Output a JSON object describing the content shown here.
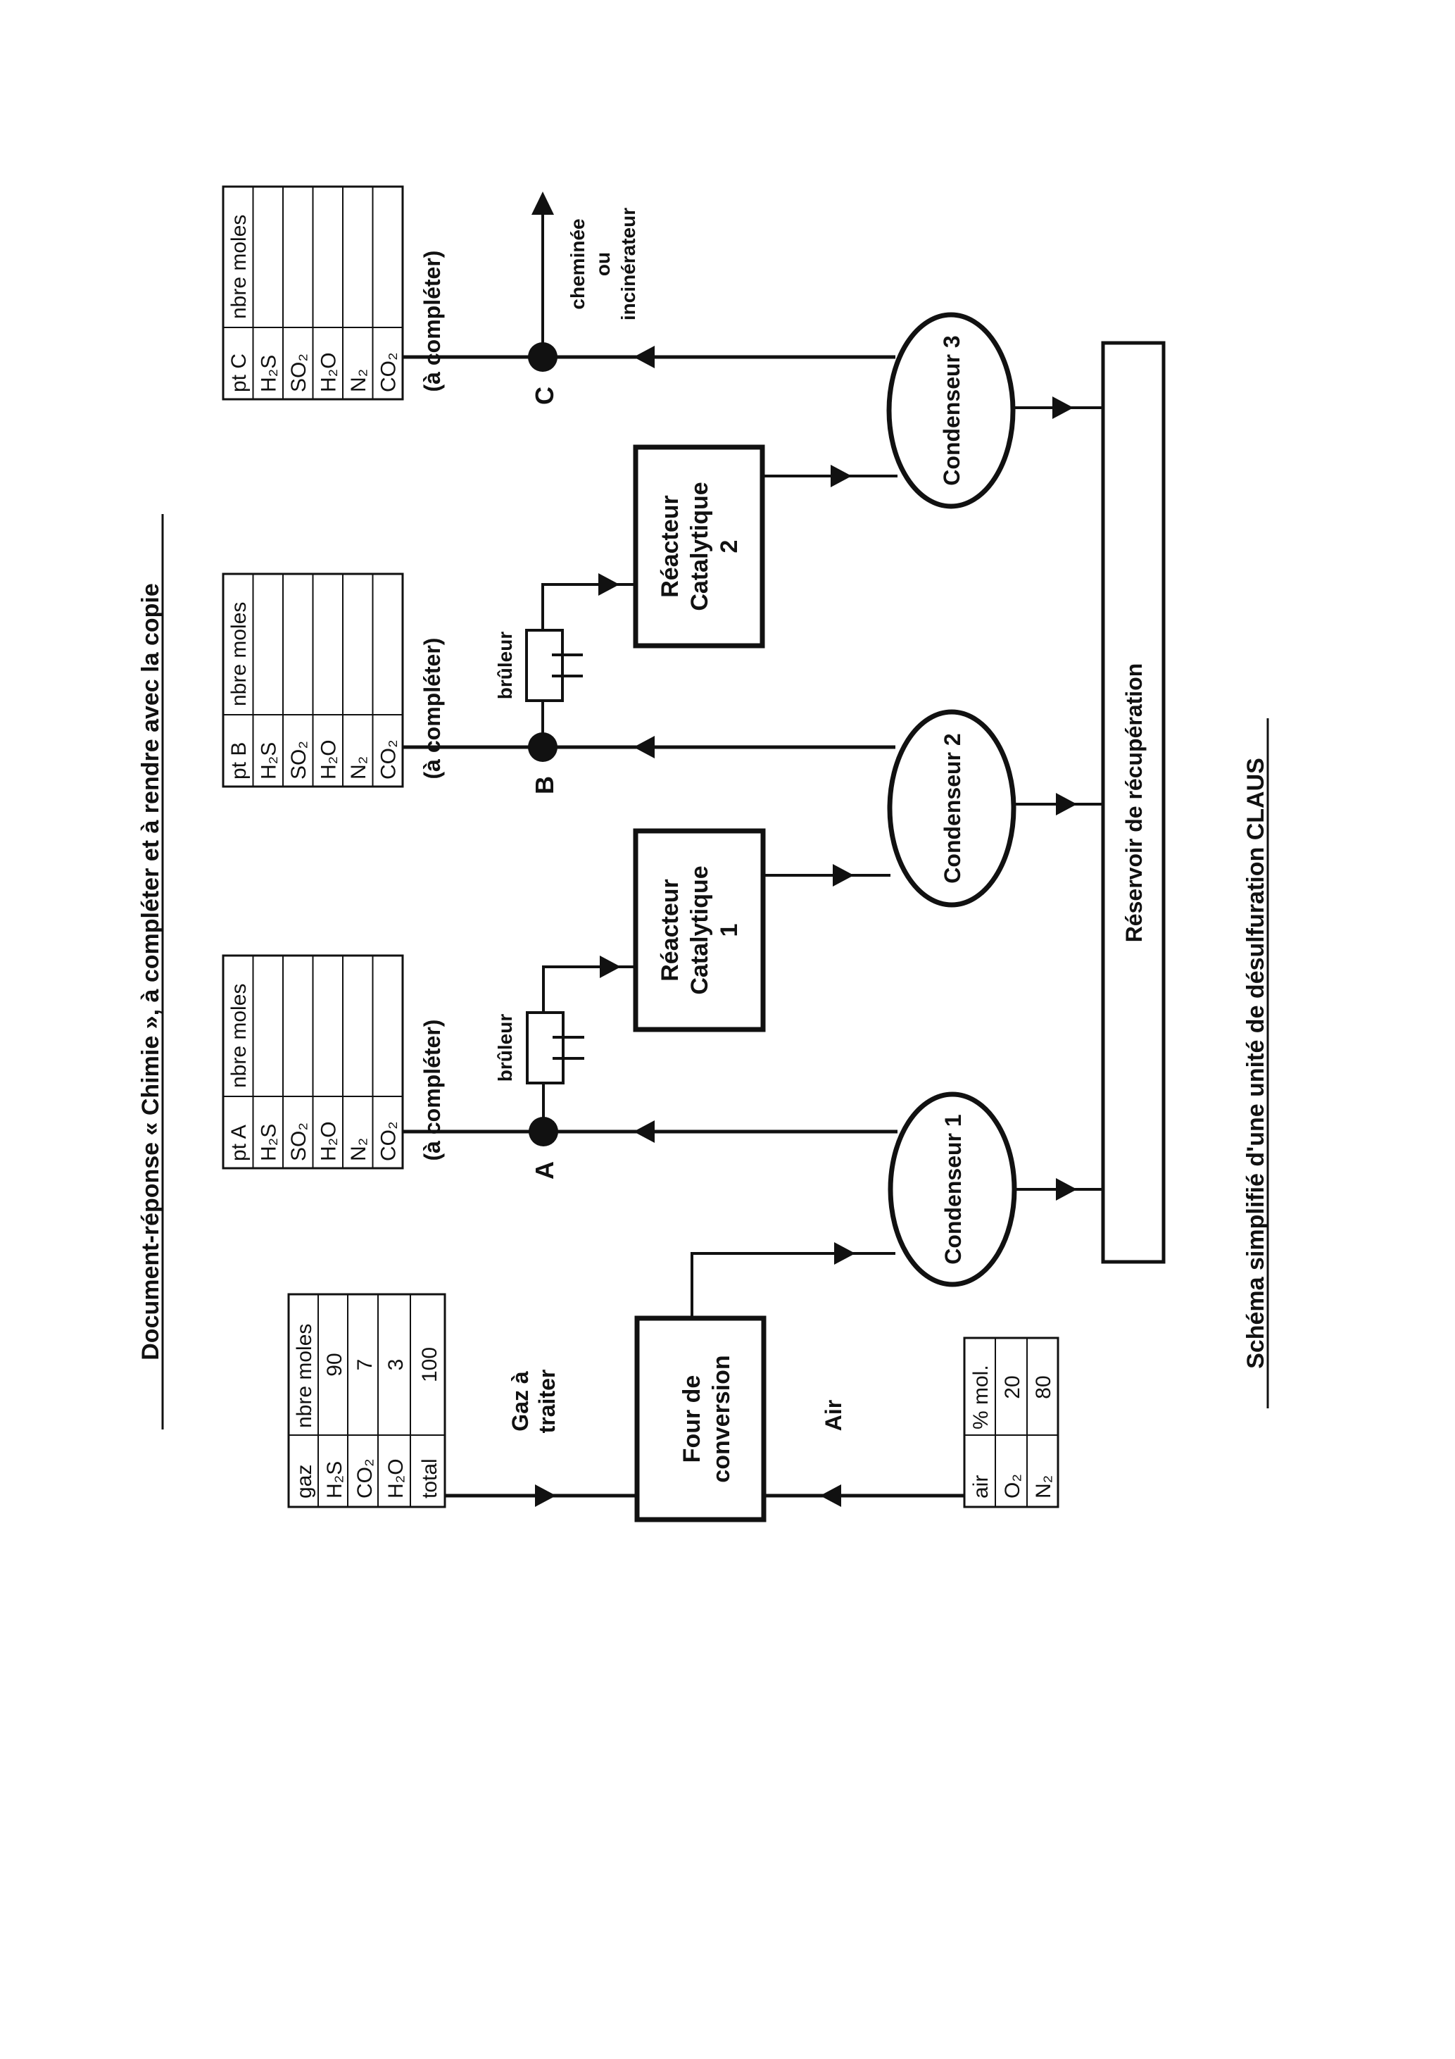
{
  "document": {
    "title": "Document-réponse « Chimie », à compléter et à rendre avec la copie",
    "caption": "Schéma simplifié d'une unité de désulfuration CLAUS"
  },
  "feed_table": {
    "headers": [
      "gaz",
      "nbre moles"
    ],
    "rows": [
      {
        "species": "H₂S",
        "value": "90"
      },
      {
        "species": "CO₂",
        "value": "7"
      },
      {
        "species": "H₂O",
        "value": "3"
      },
      {
        "species": "total",
        "value": "100"
      }
    ]
  },
  "air_table": {
    "headers": [
      "air",
      "% mol."
    ],
    "rows": [
      {
        "species": "O₂",
        "value": "20"
      },
      {
        "species": "N₂",
        "value": "80"
      }
    ]
  },
  "point_tables": [
    {
      "id": "A",
      "header_left": "pt A",
      "header_right": "nbre moles",
      "species": [
        "H₂S",
        "SO₂",
        "H₂O",
        "N₂",
        "CO₂"
      ],
      "values": [
        "",
        "",
        "",
        "",
        ""
      ],
      "note": "(à compléter)"
    },
    {
      "id": "B",
      "header_left": "pt B",
      "header_right": "nbre moles",
      "species": [
        "H₂S",
        "SO₂",
        "H₂O",
        "N₂",
        "CO₂"
      ],
      "values": [
        "",
        "",
        "",
        "",
        ""
      ],
      "note": "(à compléter)"
    },
    {
      "id": "C",
      "header_left": "pt C",
      "header_right": "nbre moles",
      "species": [
        "H₂S",
        "SO₂",
        "H₂O",
        "N₂",
        "CO₂"
      ],
      "values": [
        "",
        "",
        "",
        "",
        ""
      ],
      "note": "(à compléter)"
    }
  ],
  "labels": {
    "feed": [
      "Gaz à",
      "traiter"
    ],
    "air": "Air",
    "furnace": [
      "Four de",
      "conversion"
    ],
    "reactor1": [
      "Réacteur",
      "Catalytique",
      "1"
    ],
    "reactor2": [
      "Réacteur",
      "Catalytique",
      "2"
    ],
    "condenser1": "Condenseur 1",
    "condenser2": "Condenseur 2",
    "condenser3": "Condenseur 3",
    "burner": "brûleur",
    "reservoir": "Réservoir de récupération",
    "point_a": "A",
    "point_b": "B",
    "point_c": "C",
    "outlet": [
      "cheminée",
      "ou",
      "incinérateur"
    ]
  }
}
